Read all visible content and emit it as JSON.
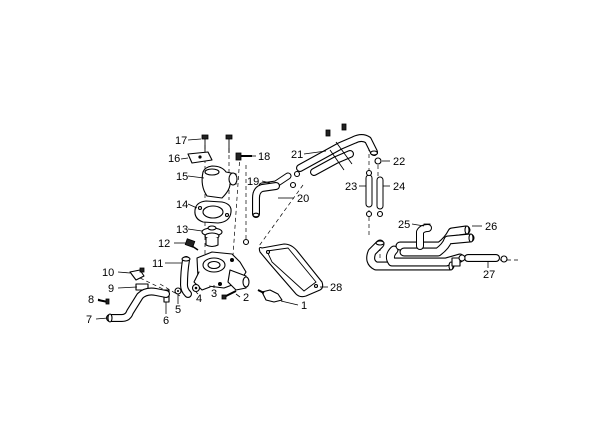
{
  "diagram": {
    "callouts": [
      "1",
      "2",
      "3",
      "4",
      "5",
      "6",
      "7",
      "8",
      "9",
      "10",
      "11",
      "12",
      "13",
      "14",
      "15",
      "16",
      "17",
      "18",
      "19",
      "20",
      "21",
      "22",
      "23",
      "24",
      "25",
      "26",
      "27",
      "28"
    ],
    "line_color": "#000000",
    "background": "#ffffff"
  }
}
